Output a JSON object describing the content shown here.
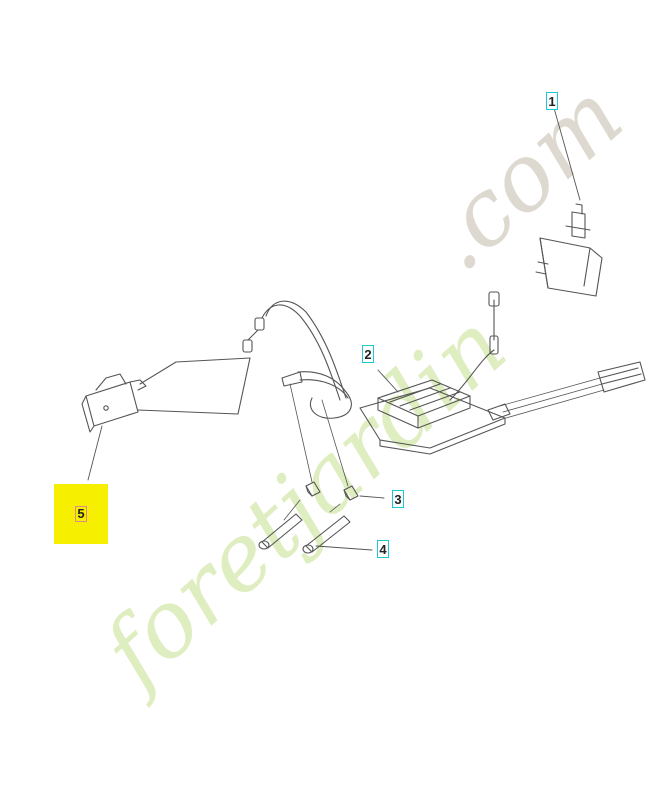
{
  "diagram": {
    "watermark": "foretjardin.com",
    "colors": {
      "line": "#555555",
      "callout_border": "#1cc7d6",
      "selected_fill": "#f6f000",
      "watermark_green": "#d9ebb5",
      "watermark_gray": "#d8d2c8"
    },
    "parts": [
      {
        "number": "1"
      },
      {
        "number": "2"
      },
      {
        "number": "3"
      },
      {
        "number": "4"
      },
      {
        "number": "5",
        "selected": true
      }
    ]
  }
}
